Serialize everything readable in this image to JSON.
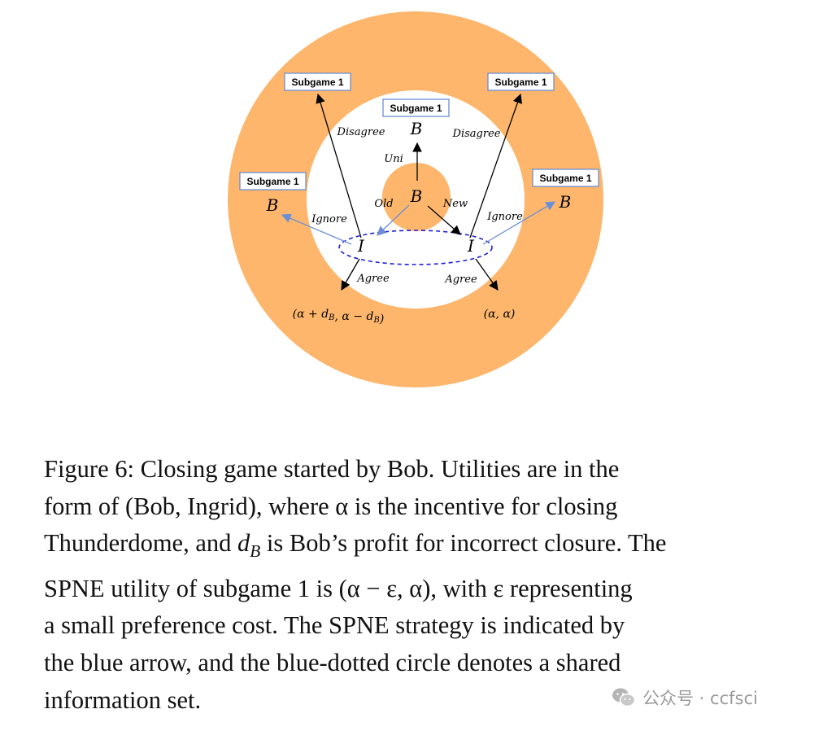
{
  "diagram": {
    "subgame_label": "Subgame 1",
    "nodes": {
      "root": "B",
      "top_b": "B",
      "left_i": "I",
      "right_i": "I",
      "left_b": "B",
      "right_b": "B"
    },
    "edges": {
      "uni": "Uni",
      "old": "Old",
      "new": "New",
      "disagree_left": "Disagree",
      "disagree_right": "Disagree",
      "ignore_left": "Ignore",
      "ignore_right": "Ignore",
      "agree_left": "Agree",
      "agree_right": "Agree"
    },
    "payoffs": {
      "left": "(α + d_B, α − d_B)",
      "right": "(α, α)"
    },
    "colors": {
      "ring": "#fdb66c",
      "spne_arrow": "#6b8fd6",
      "info_set": "#1f1fd6",
      "subgame_border": "#6b8fd6"
    }
  },
  "caption": {
    "lines": [
      "Figure 6: Closing game started by Bob. Utilities are in the",
      "form of (Bob, Ingrid), where α is the incentive for closing",
      "Thunderdome, and d_B is Bob’s profit for incorrect closure. The",
      "SPNE utility of subgame 1 is (α − ε, α), with ε representing",
      "a small preference cost. The SPNE strategy is indicated by",
      "the blue arrow, and the blue-dotted circle denotes a shared",
      "information set."
    ]
  },
  "watermark": {
    "text": "公众号 · ccfsci",
    "icon": "wechat-icon"
  }
}
